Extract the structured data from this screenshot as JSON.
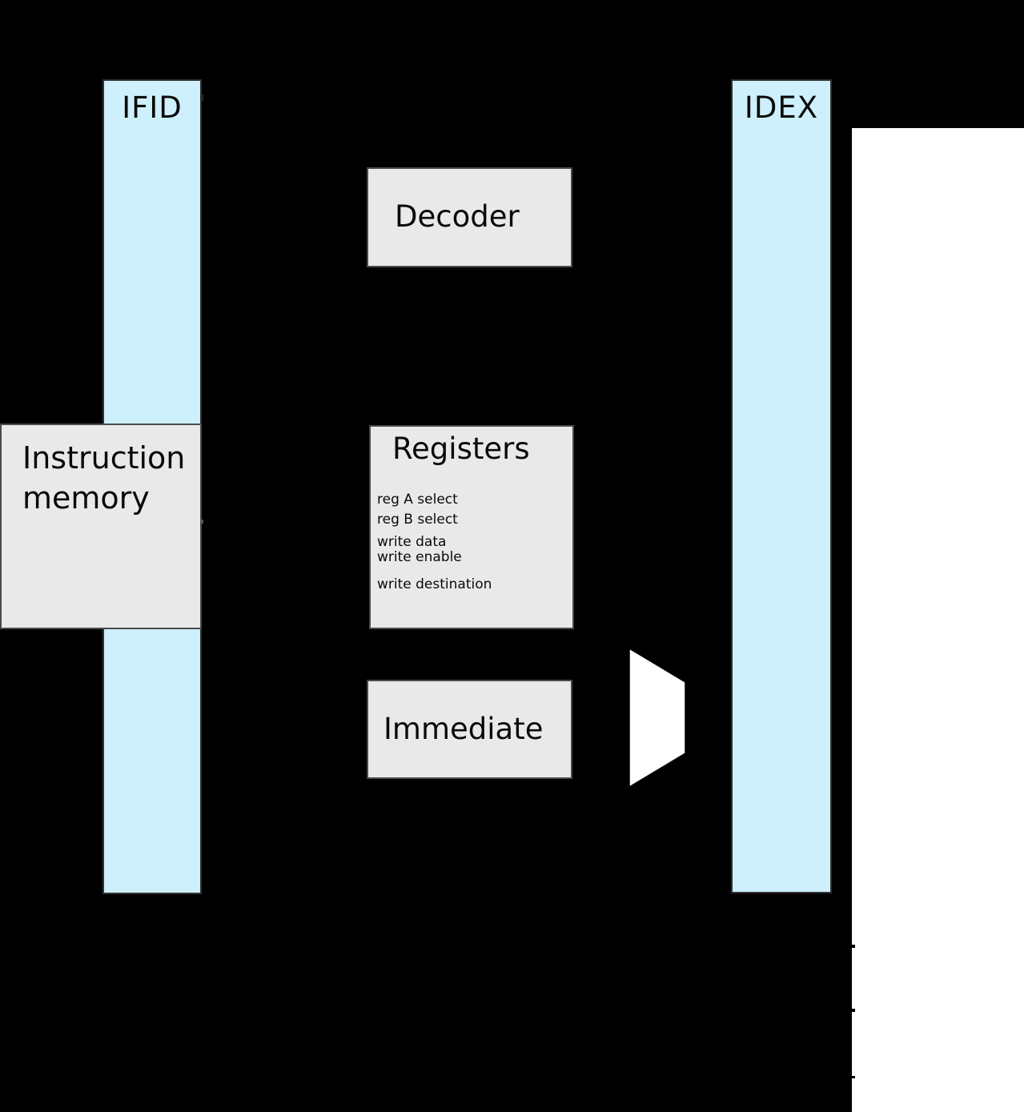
{
  "diagram": {
    "pipeline_registers": [
      {
        "id": "ifid",
        "label": "IFID"
      },
      {
        "id": "idex",
        "label": "IDEX"
      }
    ],
    "blocks": {
      "instruction_memory": {
        "label_line1": "Instruction",
        "label_line2": "memory"
      },
      "decoder": {
        "label": "Decoder"
      },
      "registers": {
        "title": "Registers",
        "ports": [
          "reg A select",
          "reg B select",
          "write data",
          "write enable",
          "write destination"
        ]
      },
      "immediate": {
        "label": "Immediate"
      }
    },
    "mux": {
      "shape": "right-facing trapezoid (multiplexer)"
    }
  },
  "colors": {
    "background": "#000000",
    "pipe_register_fill": "#cdf0fc",
    "pipe_register_border": "#303030",
    "block_fill": "#e9e9e9",
    "block_border": "#4a4a4a",
    "mux_fill": "#ffffff",
    "panel_fill": "#ffffff",
    "text": "#0a0a0a"
  }
}
